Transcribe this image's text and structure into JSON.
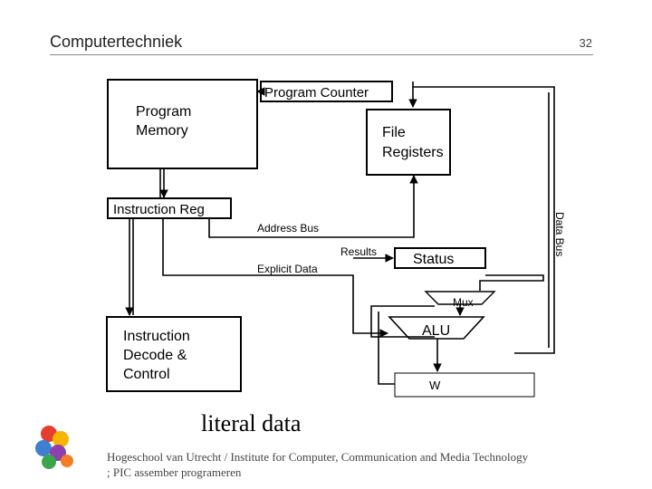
{
  "header": {
    "title": "Computertechniek",
    "page_number": "32"
  },
  "diagram": {
    "program_memory": [
      "Program",
      "Memory"
    ],
    "program_counter": "Program Counter",
    "file_registers": [
      "File",
      "Registers"
    ],
    "instruction_reg": "Instruction Reg",
    "address_bus": "Address Bus",
    "data_bus": "Data Bus",
    "results": "Results",
    "status": "Status",
    "explicit_data": "Explicit Data",
    "mux": "Mux",
    "alu": "ALU",
    "instruction_decode": [
      "Instruction",
      "Decode &",
      "Control"
    ],
    "w": "W"
  },
  "caption": "literal data",
  "footer": {
    "line1": "Hogeschool van Utrecht / Institute for Computer, Communication and Media Technology",
    "line2": "; PIC assember programeren"
  }
}
